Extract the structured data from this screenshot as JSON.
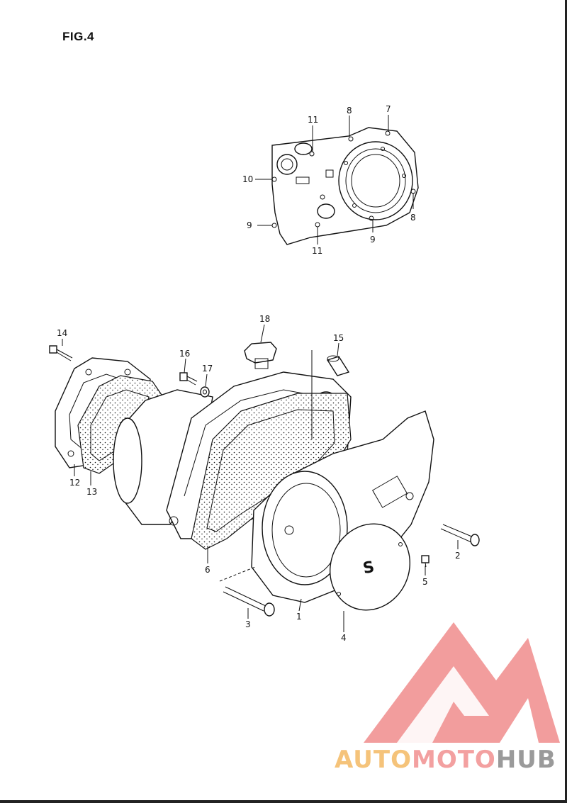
{
  "figure": {
    "title": "FIG.4"
  },
  "callouts": {
    "c1": "1",
    "c2": "2",
    "c3": "3",
    "c4": "4",
    "c5": "5",
    "c6": "6",
    "c7": "7",
    "c8a": "8",
    "c8b": "8",
    "c9a": "9",
    "c9b": "9",
    "c10": "10",
    "c11a": "11",
    "c11b": "11",
    "c12": "12",
    "c13": "13",
    "c14": "14",
    "c15": "15",
    "c16": "16",
    "c17": "17",
    "c18": "18"
  },
  "watermark": {
    "part1": "AUTO",
    "part2": "MOTO",
    "part3": "HUB"
  },
  "colors": {
    "line": "#111111",
    "logo_red": "#f08c8c",
    "logo_orange": "#f5c37a",
    "logo_gray": "#9a9a9a"
  }
}
